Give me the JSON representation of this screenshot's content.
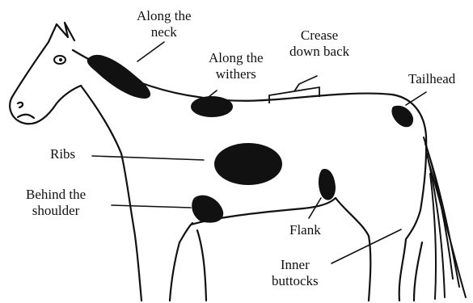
{
  "labels": {
    "neck_line1": "Along the",
    "neck_line2": "neck",
    "withers_line1": "Along the",
    "withers_line2": "withers",
    "crease_line1": "Crease",
    "crease_line2": "down back",
    "tailhead": "Tailhead",
    "ribs": "Ribs",
    "shoulder_line1": "Behind the",
    "shoulder_line2": "shoulder",
    "flank": "Flank",
    "buttocks_line1": "Inner",
    "buttocks_line2": "buttocks"
  },
  "colors": {
    "ink": "#111111",
    "background": "#ffffff"
  }
}
